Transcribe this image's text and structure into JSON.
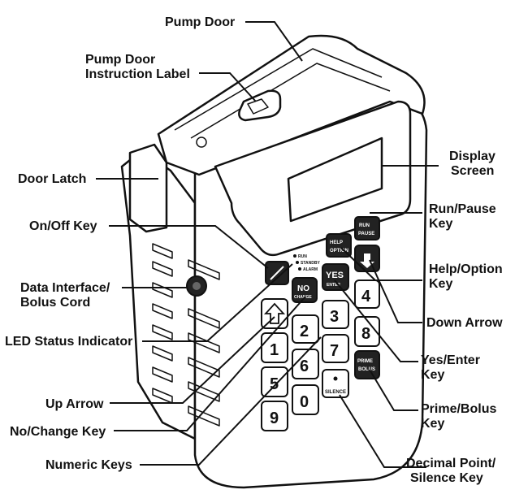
{
  "labels": {
    "pump_door": "Pump Door",
    "instruction_label_1": "Pump Door",
    "instruction_label_2": "Instruction Label",
    "display_1": "Display",
    "display_2": "Screen",
    "door_latch": "Door Latch",
    "run_pause_1": "Run/Pause",
    "run_pause_2": "Key",
    "onoff": "On/Off Key",
    "help_1": "Help/Option",
    "help_2": "Key",
    "data_1": "Data Interface/",
    "data_2": "Bolus Cord",
    "down_arrow": "Down Arrow",
    "led": "LED Status Indicator",
    "yes_1": "Yes/Enter",
    "yes_2": "Key",
    "up_arrow": "Up Arrow",
    "prime_1": "Prime/Bolus",
    "prime_2": "Key",
    "no_change": "No/Change Key",
    "numeric": "Numeric Keys",
    "decimal_1": "Decimal Point/",
    "decimal_2": "Silence Key"
  },
  "keypad": {
    "yes": "YES",
    "enter": "ENTER",
    "no": "NO",
    "change": "CHANGE",
    "help": "HELP",
    "option": "OPTION",
    "run": "RUN",
    "pause": "PAUSE",
    "prime": "PRIME",
    "bolus": "BOLUS",
    "silence": "SILENCE",
    "led_1": "RUN",
    "led_2": "STANDBY",
    "led_3": "ALARM",
    "numbers": [
      "1",
      "2",
      "3",
      "4",
      "5",
      "6",
      "7",
      "8",
      "9",
      "0"
    ]
  }
}
